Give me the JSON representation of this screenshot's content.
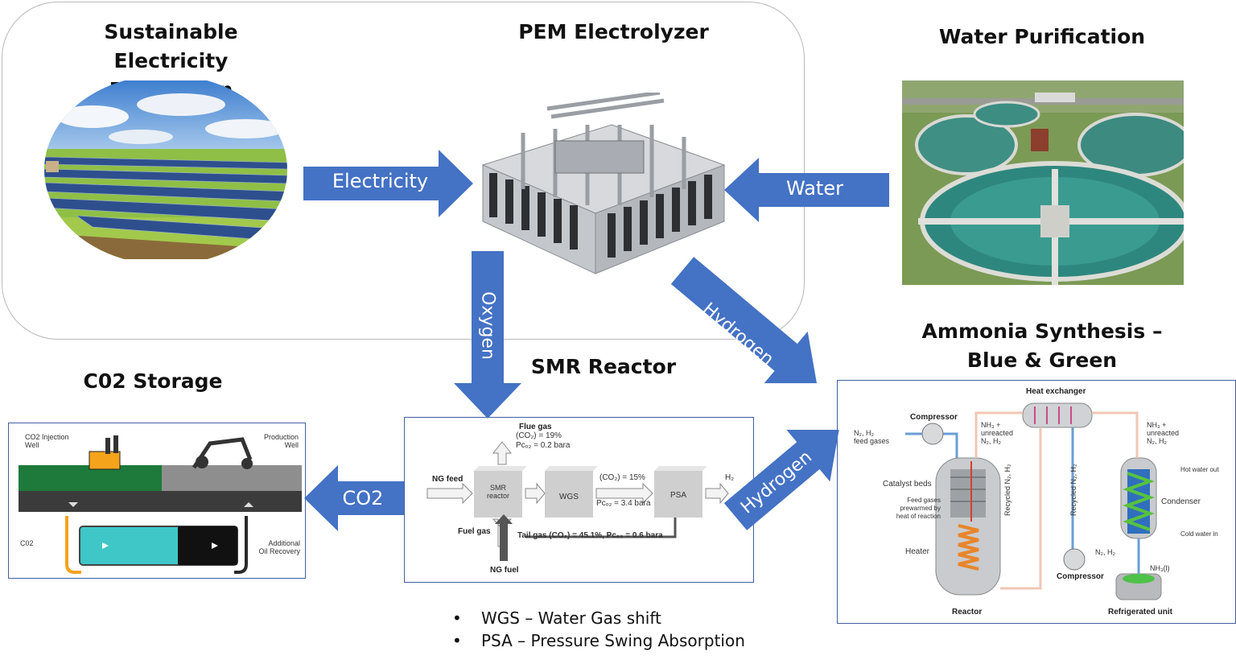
{
  "titles": {
    "sustainable": [
      "Sustainable Electricity",
      "Production"
    ],
    "pem": "PEM Electrolyzer",
    "water_purification": "Water Purification",
    "ammonia": [
      "Ammonia Synthesis –",
      "Blue & Green"
    ],
    "co2_storage": "C02 Storage",
    "smr": "SMR Reactor"
  },
  "arrows": {
    "electricity": "Electricity",
    "water": "Water",
    "oxygen": "Oxygen",
    "hydrogen_top": "Hydrogen",
    "hydrogen_bottom": "Hydrogen",
    "co2": "CO2"
  },
  "colors": {
    "arrow_blue": "#4472c4",
    "panel_border": "#3f5fa2"
  },
  "co2_panel": {
    "injection_well": [
      "CO2 Injection",
      "Well"
    ],
    "production_well": [
      "Production",
      "Well"
    ],
    "co2": "C02",
    "oil_recovery": [
      "Additional",
      "Oil Recovery"
    ]
  },
  "smr_panel": {
    "flue_gas": "Flue gas",
    "flue_co2": "(CO₂) = 19%",
    "flue_p": "Pᴄₒ₂ = 0.2 bara",
    "ng_feed": "NG feed",
    "smr_box": [
      "SMR",
      "reactor"
    ],
    "wgs_box": "WGS",
    "mid_co2": "(CO₂) = 15%",
    "mid_p": "Pᴄₒ₂ = 3.4 bara",
    "psa_box": "PSA",
    "h2": "H₂",
    "fuel_gas": "Fuel gas",
    "tail_gas": "Tail gas (CO₂) = 45.1%, Pᴄₒ₂ = 0.6 bara",
    "ng_fuel": "NG fuel"
  },
  "ammonia_panel": {
    "heat_exchanger": "Heat exchanger",
    "compressor_top": "Compressor",
    "feed_gases": [
      "N₂, H₂",
      "feed gases"
    ],
    "nh3_left": [
      "NH₃ +",
      "unreacted",
      "N₂, H₂"
    ],
    "nh3_right": [
      "NH₃ +",
      "unreacted",
      "N₂, H₂"
    ],
    "hot_water_out": "Hot water out",
    "catalyst_beds": "Catalyst beds",
    "feed_note": [
      "Feed gases",
      "prewarmed by",
      "heat of reaction"
    ],
    "recycled_1": "Recycled N₂, H₂",
    "recycled_2": "Recycled N₂, H₂",
    "condenser": "Condenser",
    "cold_water_in": "Cold water in",
    "heater": "Heater",
    "n2h2": "N₂, H₂",
    "nh3_liquid": "NH₃(l)",
    "compressor_bottom": "Compressor",
    "reactor": "Reactor",
    "refrigerated": "Refrigerated unit"
  },
  "bullets": [
    "WGS – Water Gas shift",
    "PSA – Pressure Swing Absorption"
  ]
}
